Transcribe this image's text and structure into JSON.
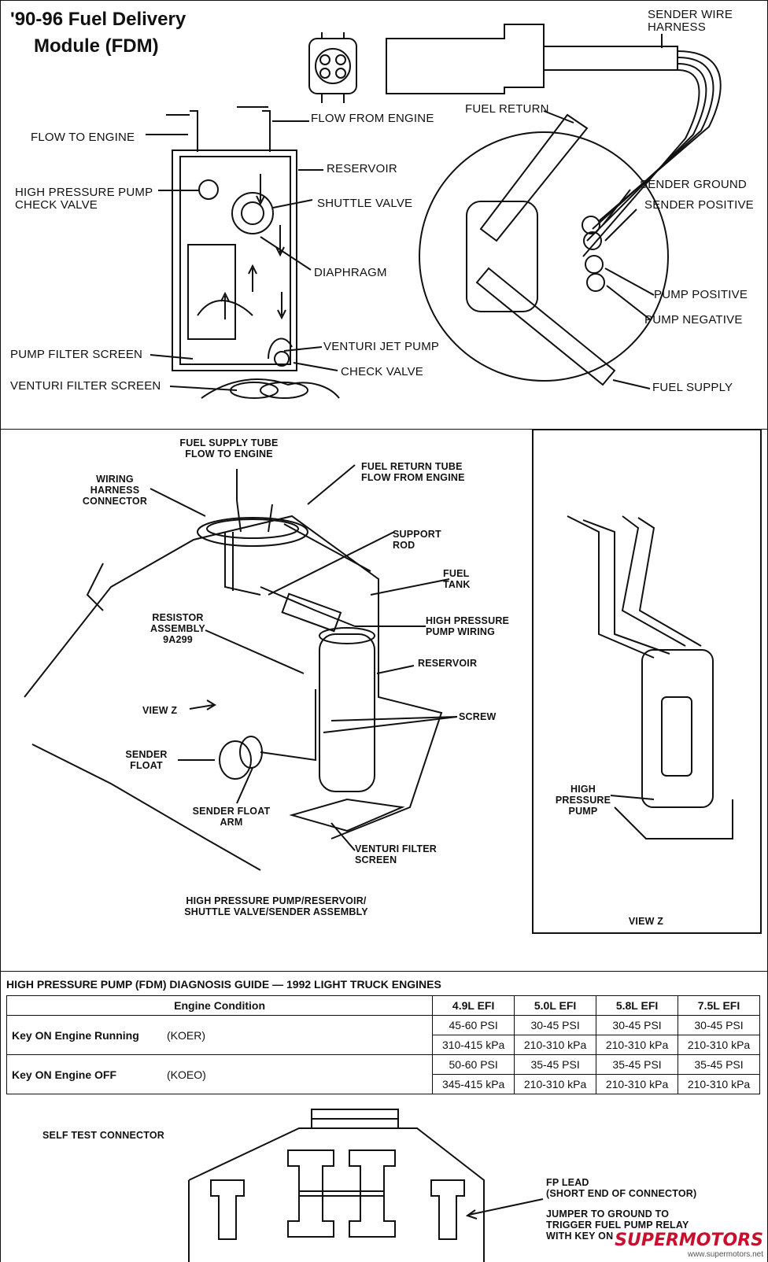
{
  "top_panel": {
    "title_line1": "'90-96 Fuel Delivery",
    "title_line2": "Module (FDM)",
    "labels": {
      "flow_to_engine": "FLOW TO ENGINE",
      "flow_from_engine": "FLOW FROM ENGINE",
      "reservoir": "RESERVOIR",
      "hp_check_valve_1": "HIGH PRESSURE PUMP",
      "hp_check_valve_2": "CHECK VALVE",
      "shuttle_valve": "SHUTTLE VALVE",
      "diaphragm": "DIAPHRAGM",
      "pump_filter_screen": "PUMP FILTER SCREEN",
      "venturi_jet_pump": "VENTURI JET PUMP",
      "check_valve": "CHECK VALVE",
      "venturi_filter_screen": "VENTURI FILTER SCREEN",
      "sender_wire_1": "SENDER WIRE",
      "sender_wire_2": "HARNESS",
      "fuel_return": "FUEL RETURN",
      "sender_ground": "SENDER GROUND",
      "sender_positive": "SENDER POSITIVE",
      "pump_positive": "PUMP POSITIVE",
      "pump_negative": "PUMP NEGATIVE",
      "fuel_supply": "FUEL SUPPLY"
    }
  },
  "middle_panel": {
    "labels": {
      "fuel_supply_tube_1": "FUEL SUPPLY TUBE",
      "fuel_supply_tube_2": "FLOW TO ENGINE",
      "fuel_return_tube_1": "FUEL RETURN TUBE",
      "fuel_return_tube_2": "FLOW FROM ENGINE",
      "wiring_1": "WIRING",
      "wiring_2": "HARNESS",
      "wiring_3": "CONNECTOR",
      "support_rod_1": "SUPPORT",
      "support_rod_2": "ROD",
      "fuel_tank_1": "FUEL",
      "fuel_tank_2": "TANK",
      "resistor_1": "RESISTOR",
      "resistor_2": "ASSEMBLY",
      "resistor_3": "9A299",
      "hp_wiring_1": "HIGH PRESSURE",
      "hp_wiring_2": "PUMP WIRING",
      "reservoir": "RESERVOIR",
      "view_z": "VIEW Z",
      "screw": "SCREW",
      "sender_float_1": "SENDER",
      "sender_float_2": "FLOAT",
      "sender_float_arm_1": "SENDER FLOAT",
      "sender_float_arm_2": "ARM",
      "venturi_filter_1": "VENTURI FILTER",
      "venturi_filter_2": "SCREEN",
      "caption_1": "HIGH PRESSURE PUMP/RESERVOIR/",
      "caption_2": "SHUTTLE VALVE/SENDER ASSEMBLY",
      "hp_pump_1": "HIGH",
      "hp_pump_2": "PRESSURE",
      "hp_pump_3": "PUMP",
      "view_z_caption": "VIEW Z"
    }
  },
  "guide": {
    "title": "HIGH PRESSURE PUMP (FDM) DIAGNOSIS GUIDE — 1992 LIGHT TRUCK ENGINES",
    "headers": [
      "Engine Condition",
      "4.9L EFI",
      "5.0L EFI",
      "5.8L EFI",
      "7.5L EFI"
    ],
    "rows": [
      {
        "condition": "Key ON Engine Running",
        "code": "(KOER)",
        "psi": [
          "45-60 PSI",
          "30-45 PSI",
          "30-45 PSI",
          "30-45 PSI"
        ],
        "kpa": [
          "310-415 kPa",
          "210-310 kPa",
          "210-310 kPa",
          "210-310 kPa"
        ]
      },
      {
        "condition": "Key ON Engine OFF",
        "code": "(KOEO)",
        "psi": [
          "50-60 PSI",
          "35-45 PSI",
          "35-45 PSI",
          "35-45 PSI"
        ],
        "kpa": [
          "345-415 kPa",
          "210-310 kPa",
          "210-310 kPa",
          "210-310 kPa"
        ]
      }
    ]
  },
  "connector": {
    "label": "SELF TEST CONNECTOR",
    "fp_lead_1": "FP LEAD",
    "fp_lead_2": "(SHORT END OF CONNECTOR)",
    "jumper_1": "JUMPER TO GROUND TO",
    "jumper_2": "TRIGGER FUEL PUMP RELAY",
    "jumper_3": "WITH KEY ON"
  },
  "watermark": {
    "brand": "SUPERMOTORS",
    "url": "www.supermotors.net"
  }
}
